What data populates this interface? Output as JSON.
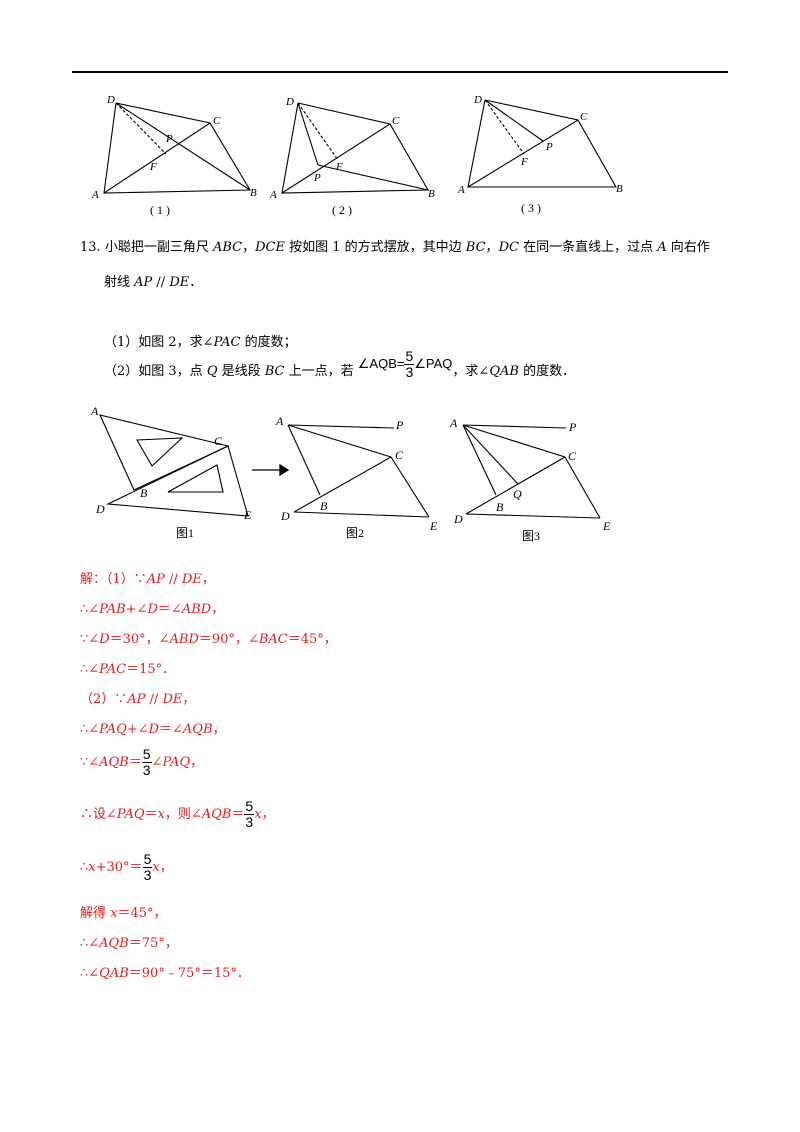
{
  "top_figures": {
    "fig1": {
      "caption": "( 1 )",
      "labels": {
        "A": "A",
        "B": "B",
        "C": "C",
        "D": "D",
        "P": "P",
        "F": "F"
      }
    },
    "fig2": {
      "caption": "( 2 )",
      "labels": {
        "A": "A",
        "B": "B",
        "C": "C",
        "D": "D",
        "P": "P",
        "F": "F"
      }
    },
    "fig3": {
      "caption": "( 3 )",
      "labels": {
        "A": "A",
        "B": "B",
        "C": "C",
        "D": "D",
        "P": "P",
        "F": "F"
      }
    }
  },
  "problem": {
    "number": "13.",
    "line1_a": "小聪把一副三角尺 ",
    "line1_abc": "ABC",
    "line1_b": "，",
    "line1_dce": "DCE",
    "line1_c": " 按如图 1 的方式摆放，其中边 ",
    "line1_bc": "BC",
    "line1_d": "，",
    "line1_dc": "DC",
    "line1_e": " 在同一条直线上，过点 ",
    "line1_A": "A",
    "line1_f": " 向右作",
    "line2_a": "射线 ",
    "line2_ap": "AP",
    "line2_par": " // ",
    "line2_de": "DE",
    "line2_b": "．",
    "q1_a": "（1）如图 2，求∠",
    "q1_pac": "PAC",
    "q1_b": " 的度数；",
    "q2_a": "（2）如图 3，点 ",
    "q2_q": "Q",
    "q2_b": " 是线段 ",
    "q2_bc": "BC",
    "q2_c": " 上一点，若 ",
    "q2_formula_left": "∠AQB=",
    "q2_num": "5",
    "q2_den": "3",
    "q2_formula_right": "∠PAQ",
    "q2_d": "，求∠",
    "q2_qab": "QAB",
    "q2_e": " 的度数．"
  },
  "middle_figures": {
    "fig1": {
      "caption": "图1",
      "labels": {
        "A": "A",
        "B": "B",
        "C": "C",
        "D": "D",
        "E": "E"
      }
    },
    "fig2": {
      "caption": "图2",
      "labels": {
        "A": "A",
        "B": "B",
        "C": "C",
        "D": "D",
        "E": "E",
        "P": "P"
      }
    },
    "fig3": {
      "caption": "图3",
      "labels": {
        "A": "A",
        "B": "B",
        "C": "C",
        "D": "D",
        "E": "E",
        "P": "P",
        "Q": "Q"
      }
    }
  },
  "solution": {
    "l1_a": "解：（1）∵",
    "l1_b": "AP",
    "l1_c": " // ",
    "l1_d": "DE",
    "l1_e": "，",
    "l2_a": "∴∠",
    "l2_b": "PAB",
    "l2_c": "+∠",
    "l2_d": "D",
    "l2_e": "＝∠",
    "l2_f": "ABD",
    "l2_g": "，",
    "l3_a": "∵∠",
    "l3_b": "D",
    "l3_c": "＝30°，∠",
    "l3_d": "ABD",
    "l3_e": "＝90°，∠",
    "l3_f": "BAC",
    "l3_g": "＝45°，",
    "l4_a": "∴∠",
    "l4_b": "PAC",
    "l4_c": "＝15°．",
    "l5_a": "（2）∵",
    "l5_b": "AP",
    "l5_c": " // ",
    "l5_d": "DE",
    "l5_e": "，",
    "l6_a": "∴∠",
    "l6_b": "PAQ",
    "l6_c": "+∠",
    "l6_d": "D",
    "l6_e": "＝∠",
    "l6_f": "AQB",
    "l6_g": "，",
    "l7_a": "∵∠",
    "l7_b": "AQB",
    "l7_c": "＝",
    "l7_num": "5",
    "l7_den": "3",
    "l7_d": "∠",
    "l7_e": "PAQ",
    "l7_f": "，",
    "l8_a": "∴设∠",
    "l8_b": "PAQ",
    "l8_c": "＝",
    "l8_d": "x",
    "l8_e": "，则∠",
    "l8_f": "AQB",
    "l8_g": "＝",
    "l8_num": "5",
    "l8_den": "3",
    "l8_h": "x",
    "l8_i": "，",
    "l9_a": "∴",
    "l9_b": "x",
    "l9_c": "+30°＝",
    "l9_num": "5",
    "l9_den": "3",
    "l9_d": "x",
    "l9_e": "，",
    "l10_a": "解得 ",
    "l10_b": "x",
    "l10_c": "＝45°，",
    "l11_a": "∴∠",
    "l11_b": "AQB",
    "l11_c": "＝75°，",
    "l12_a": "∴∠",
    "l12_b": "QAB",
    "l12_c": "＝90°﹣75°＝15°．"
  },
  "colors": {
    "solution": "#e0201c",
    "text": "#000000"
  }
}
